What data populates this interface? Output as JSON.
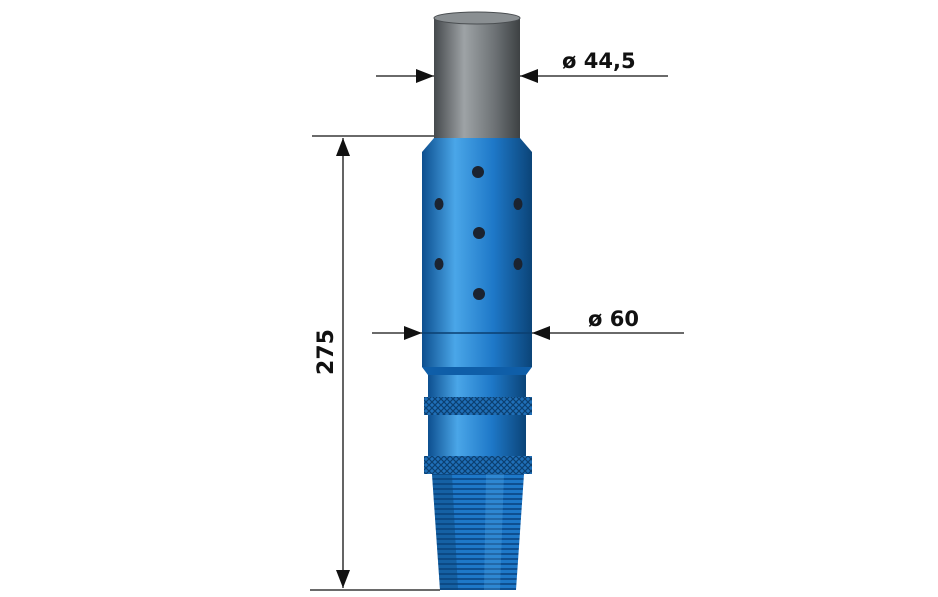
{
  "dimensions": {
    "top_diameter": "ø 44,5",
    "body_diameter": "ø 60",
    "length": "275"
  },
  "colors": {
    "body": "#1e78c8",
    "body_dark": "#0d4f8f",
    "body_light": "#4aa6e8",
    "pipe": "#6e7376",
    "pipe_dark": "#45494c",
    "pipe_light": "#9ea3a6",
    "holes": "#1b2330",
    "lines": "#111111"
  }
}
